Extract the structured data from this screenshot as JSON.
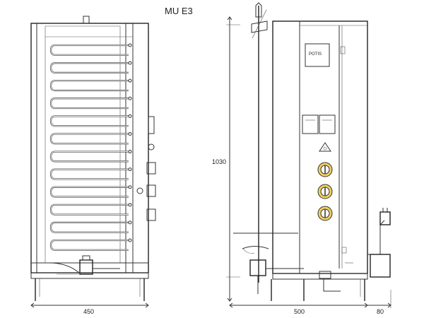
{
  "title": "MU E3",
  "front_view": {
    "width_dimension": "450",
    "heating_element_rows": 12
  },
  "side_view": {
    "height_dimension": "1030",
    "depth_dimension": "500",
    "plug_dimension": "80",
    "panel_label": "POTIS",
    "knob_count": 3
  }
}
